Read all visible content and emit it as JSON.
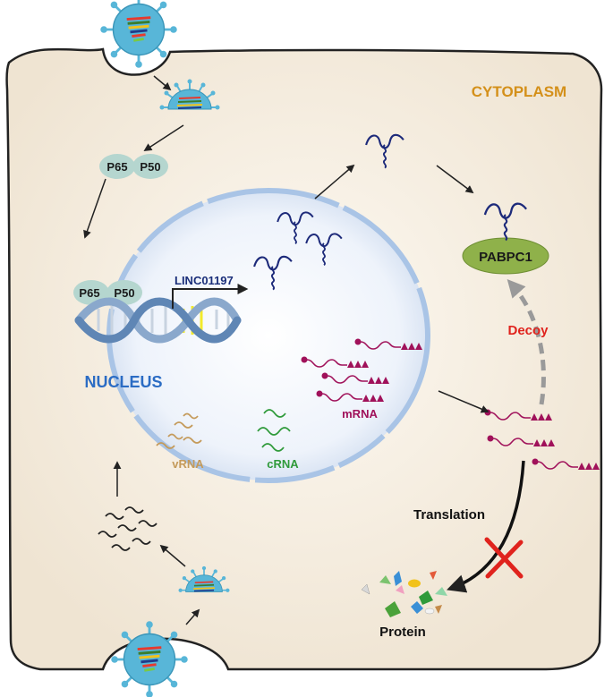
{
  "labels": {
    "cytoplasm": "CYTOPLASM",
    "nucleus": "NUCLEUS",
    "p65": "P65",
    "p50": "P50",
    "gene": "LINC01197",
    "pabpc1": "PABPC1",
    "decoy": "Decoy",
    "mrna": "mRNA",
    "vrna": "vRNA",
    "crna": "cRNA",
    "translation": "Translation",
    "protein": "Protein"
  },
  "colors": {
    "cell_fill": "#f3eadb",
    "cell_outline": "#222222",
    "cytoplasm_text": "#d4901a",
    "nucleus_fill": "#eef3fb",
    "nucleus_outline": "#a9c4e6",
    "nucleus_text": "#2b6cc4",
    "nfkb_fill": "#b5d6cf",
    "gene_text": "#1b2f7a",
    "lncrna": "#1d2a7a",
    "mrna": "#a0115a",
    "decoy_text": "#e0231d",
    "decoy_arrow": "#9a9a9a",
    "pabpc1_fill": "#8fb14a",
    "vrna": "#c49a5a",
    "crna": "#2f9a3a",
    "virus_body": "#58b6d8",
    "block_x": "#e0231d"
  },
  "icons": [
    "virus-icon",
    "dna-helix-icon",
    "block-x-icon",
    "protein-fragments-icon"
  ]
}
